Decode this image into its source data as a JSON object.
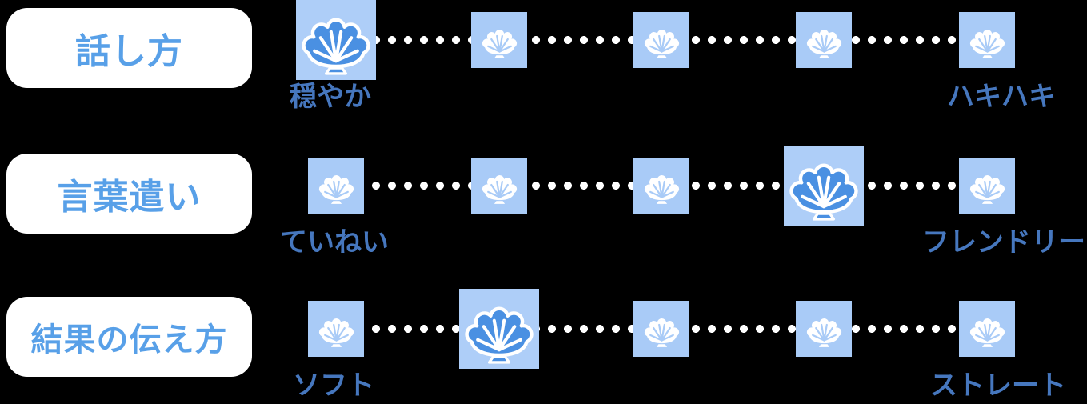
{
  "colors": {
    "background": "#000000",
    "pill_bg": "#FFFFFF",
    "pill_text": "#58A0E8",
    "square_bg": "#A9CBF7",
    "selected_square_bg": "#AECEF8",
    "shell_blue": "#4A90E2",
    "shell_white": "#FFFFFF",
    "scale_label_text": "#4677BE",
    "dot_color": "#FFFFFF"
  },
  "panel": {
    "marker_icon": "scallop-shell",
    "rows": [
      {
        "category": "話し方",
        "scale": {
          "levels": 5,
          "selected_index": 0,
          "min_label": "穏やか",
          "max_label": "ハキハキ"
        }
      },
      {
        "category": "言葉遣い",
        "scale": {
          "levels": 5,
          "selected_index": 3,
          "min_label": "ていねい",
          "max_label": "フレンドリー"
        }
      },
      {
        "category": "結果の伝え方",
        "scale": {
          "levels": 5,
          "selected_index": 1,
          "min_label": "ソフト",
          "max_label": "ストレート"
        }
      }
    ]
  }
}
